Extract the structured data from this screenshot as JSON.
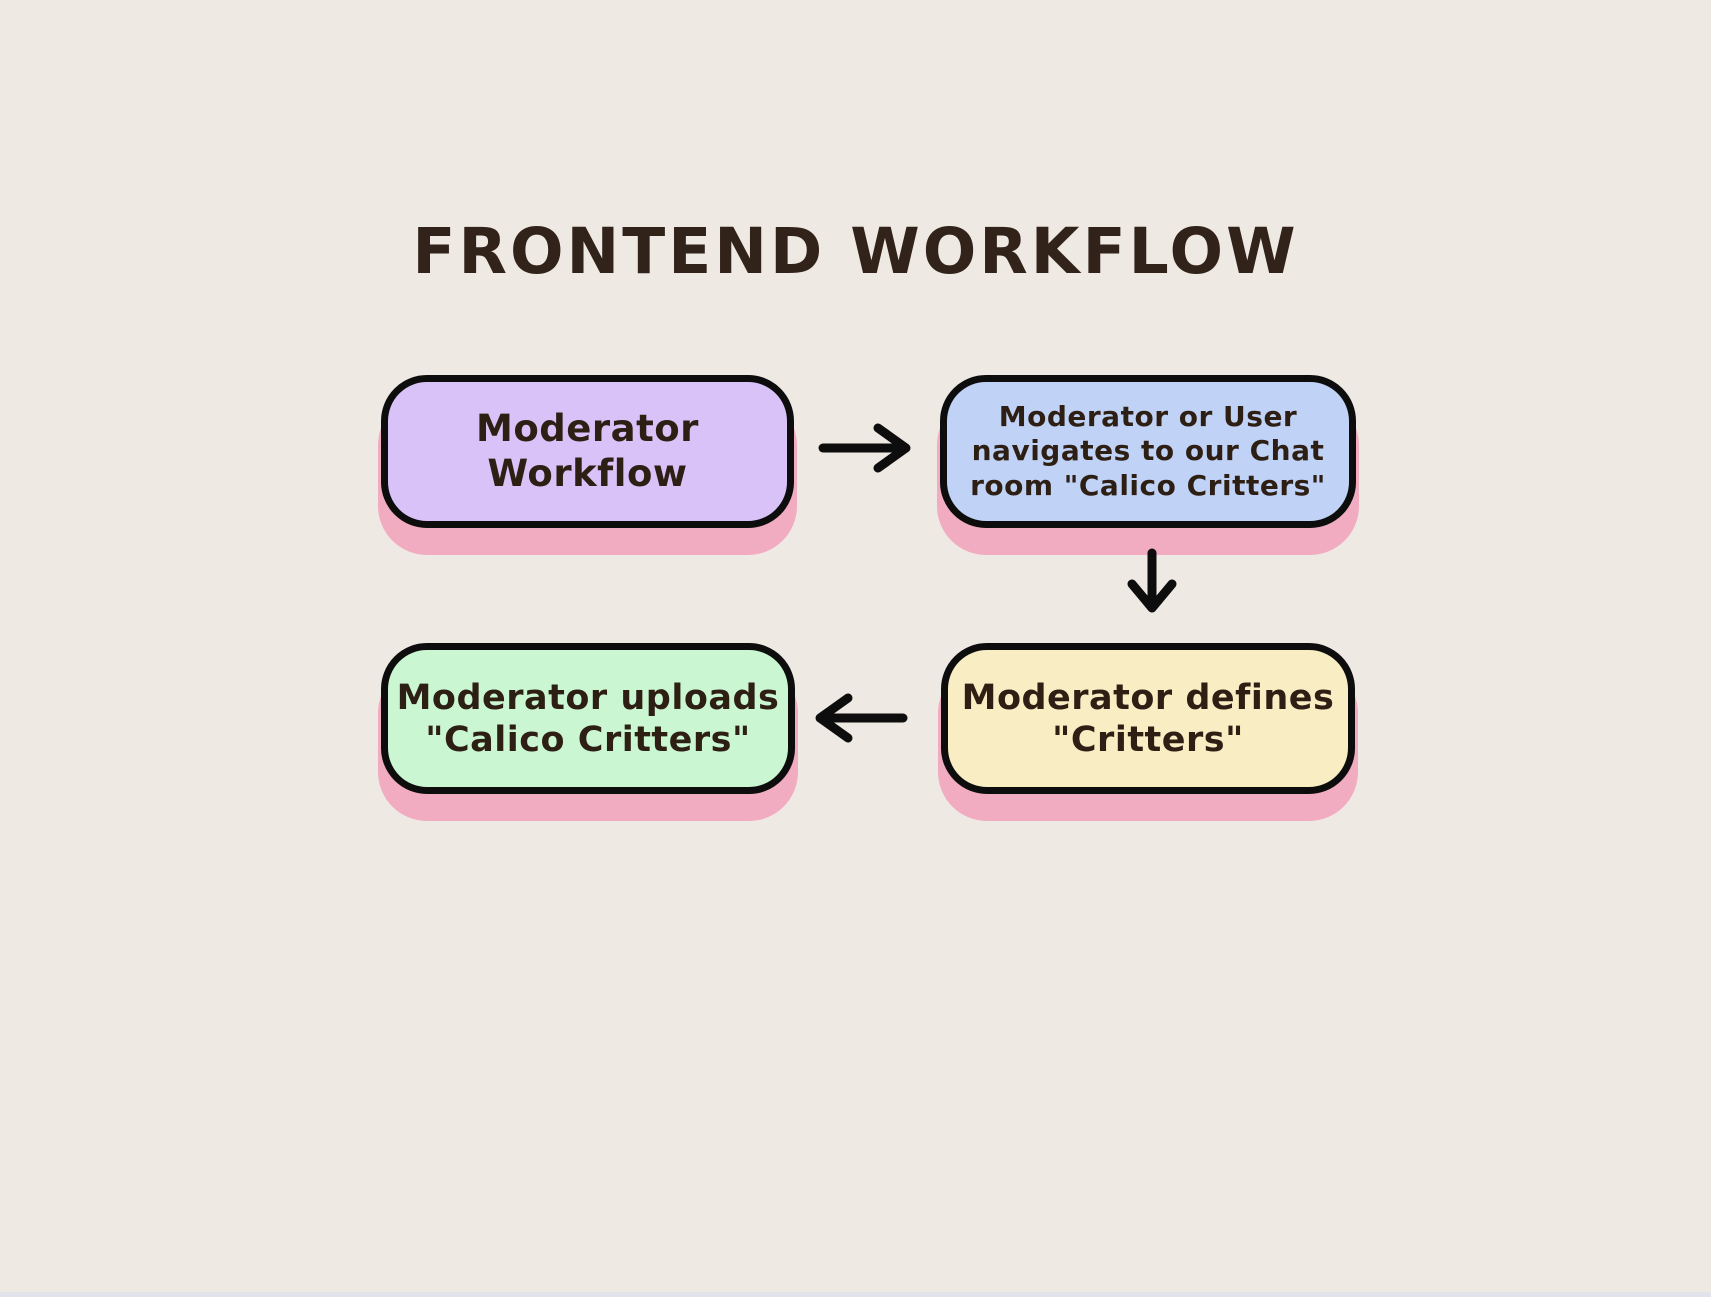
{
  "canvas": {
    "title": "FRONTEND WORKFLOW"
  },
  "colors": {
    "background": "#EFE9E4",
    "title_text": "#32231A",
    "node_text": "#2E1F15",
    "node_border": "#0D0D0D",
    "shadow_pink": "#F2ACC2",
    "arrow": "#0D0D0D",
    "bottom_strip": "#E2E3EA",
    "node_fills": {
      "purple": "#D9C2F7",
      "blue": "#C0D2F5",
      "yellow": "#F8EDC3",
      "green": "#CAF7D1"
    }
  },
  "nodes": [
    {
      "id": "moderator-workflow",
      "label": "Moderator\nWorkflow",
      "fill": "purple"
    },
    {
      "id": "navigate-chat-room",
      "label": "Moderator or User\nnavigates to our Chat\nroom \"Calico Critters\"",
      "fill": "blue"
    },
    {
      "id": "moderator-defines-critters",
      "label": "Moderator defines\n\"Critters\"",
      "fill": "yellow"
    },
    {
      "id": "moderator-uploads-calico-critters",
      "label": "Moderator uploads\n\"Calico Critters\"",
      "fill": "green"
    }
  ],
  "arrows": [
    {
      "id": "arrow-right",
      "direction": "right",
      "from": "moderator-workflow",
      "to": "navigate-chat-room"
    },
    {
      "id": "arrow-down",
      "direction": "down",
      "from": "navigate-chat-room",
      "to": "moderator-defines-critters"
    },
    {
      "id": "arrow-left",
      "direction": "left",
      "from": "moderator-defines-critters",
      "to": "moderator-uploads-calico-critters"
    }
  ]
}
